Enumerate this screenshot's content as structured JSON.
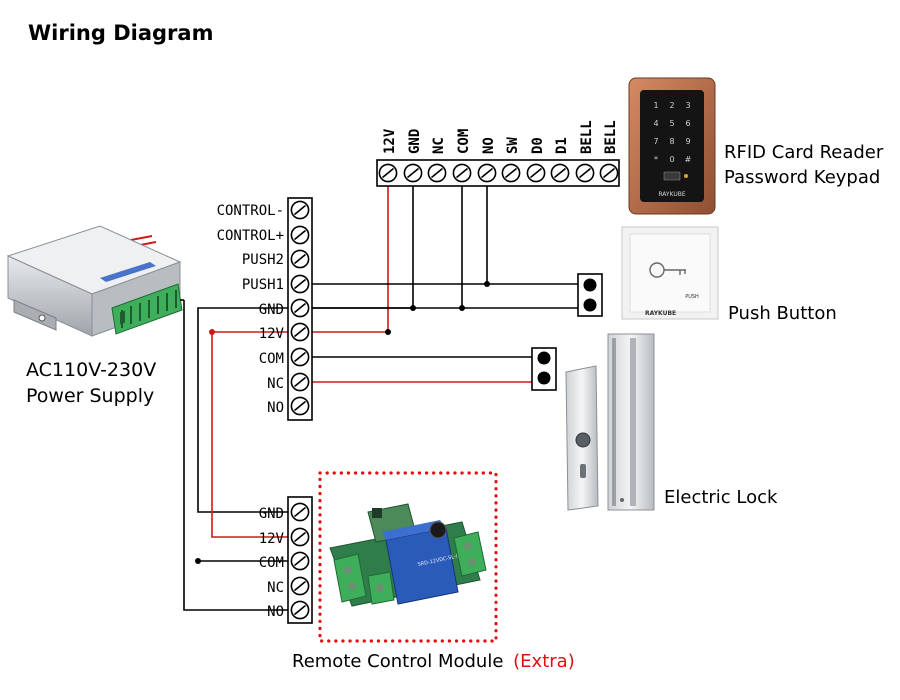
{
  "title": "Wiring Diagram",
  "keypad": {
    "label_line1": "RFID Card Reader",
    "label_line2": "Password Keypad",
    "brand": "RAYKUBE",
    "terminals": [
      "12V",
      "GND",
      "NC",
      "COM",
      "NO",
      "SW",
      "D0",
      "D1",
      "BELL",
      "BELL"
    ]
  },
  "power_supply": {
    "label_line1": "AC110V-230V",
    "label_line2": "Power Supply",
    "terminals": [
      "CONTROL-",
      "CONTROL+",
      "PUSH2",
      "PUSH1",
      "GND",
      "12V",
      "COM",
      "NC",
      "NO"
    ]
  },
  "push_button": {
    "label": "Push Button",
    "text": "PUSH",
    "brand": "RAYKUBE"
  },
  "electric_lock": {
    "label": "Electric Lock"
  },
  "remote_module": {
    "label": "Remote Control Module",
    "extra": "(Extra)",
    "terminals": [
      "GND",
      "12V",
      "COM",
      "NC",
      "NO"
    ]
  },
  "colors": {
    "wire_black": "#000000",
    "wire_red": "#d01818",
    "dotted_border": "#e01010",
    "extra_text": "#e01010",
    "relay_blue": "#2a5bb8",
    "pcb_green": "#2f7d4a",
    "terminal_green": "#3fae5a",
    "keypad_bronze": "#b9704a"
  }
}
